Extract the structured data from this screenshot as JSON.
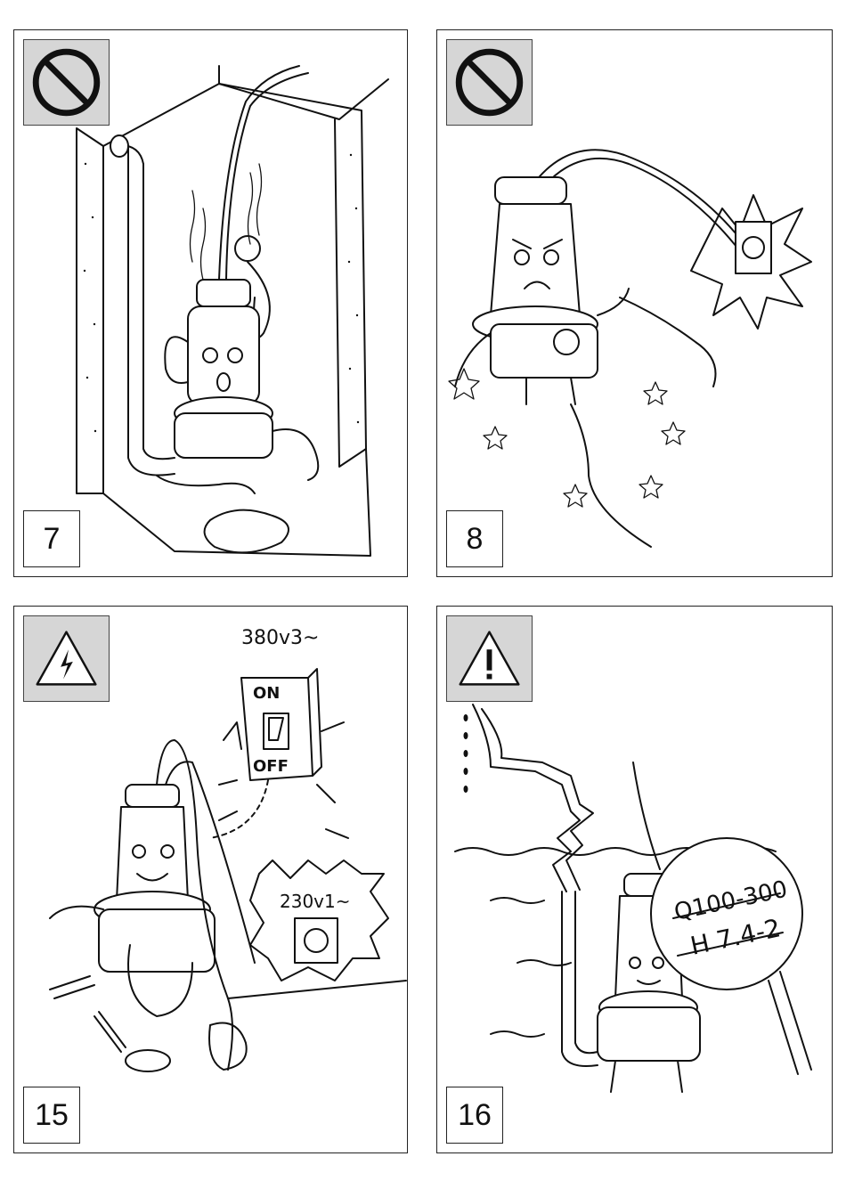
{
  "panels": [
    {
      "number": "7",
      "icon": "prohibited-icon"
    },
    {
      "number": "8",
      "icon": "prohibited-icon"
    },
    {
      "number": "15",
      "icon": "electric-hazard-icon",
      "switch_label": "380v3~",
      "switch_on": "ON",
      "switch_off": "OFF",
      "socket_label": "230v1~"
    },
    {
      "number": "16",
      "icon": "warning-icon",
      "nameplate_line1": "Q100-300",
      "nameplate_line2": "H 7.4-2"
    }
  ]
}
